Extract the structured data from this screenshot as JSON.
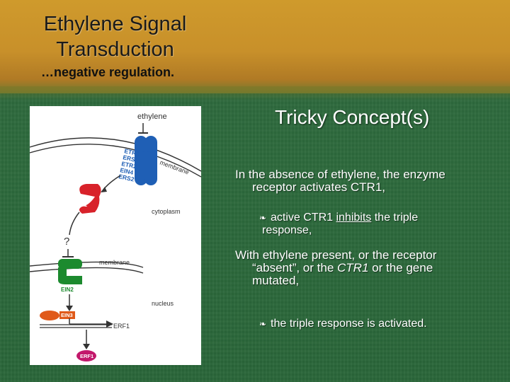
{
  "slide": {
    "title": "Ethylene Signal Transduction",
    "subtitle": "…negative regulation."
  },
  "diagram": {
    "labels": {
      "ethylene": "ethylene",
      "membrane_top": "membrane",
      "receptors": [
        "ETR1",
        "ERS1",
        "ETR2",
        "EIN4",
        "ERS2"
      ],
      "ctr1": "CTR1",
      "cytoplasm": "cytoplasm",
      "question": "?",
      "membrane_mid": "membrane",
      "ein2": "EIN2",
      "nucleus": "nucleus",
      "ein3": "EIN3",
      "erf1_gene": "ERF1",
      "erf1_protein": "ERF1"
    },
    "colors": {
      "receptor": "#1f5fb5",
      "ctr1": "#d8222a",
      "ein2": "#1c8a2e",
      "ein3": "#e05a1a",
      "erf1": "#c2186b"
    }
  },
  "content": {
    "heading": "Tricky Concept(s)",
    "para1_line1": "In the absence of ethylene, the enzyme",
    "para1_line2": "receptor activates CTR1,",
    "bullet1_pre": "active CTR1 ",
    "bullet1_link": "inhibits",
    "bullet1_post": " the triple",
    "bullet1_line2": "response,",
    "para2_line1": "With ethylene present, or the receptor",
    "para2_line2_pre": "“absent”, or the ",
    "para2_line2_italic": "CTR1",
    "para2_line2_post": " or the gene",
    "para2_line3": "mutated,",
    "bullet2": "the triple response is activated.",
    "bullet_icon": "leaf-bullet-icon"
  }
}
